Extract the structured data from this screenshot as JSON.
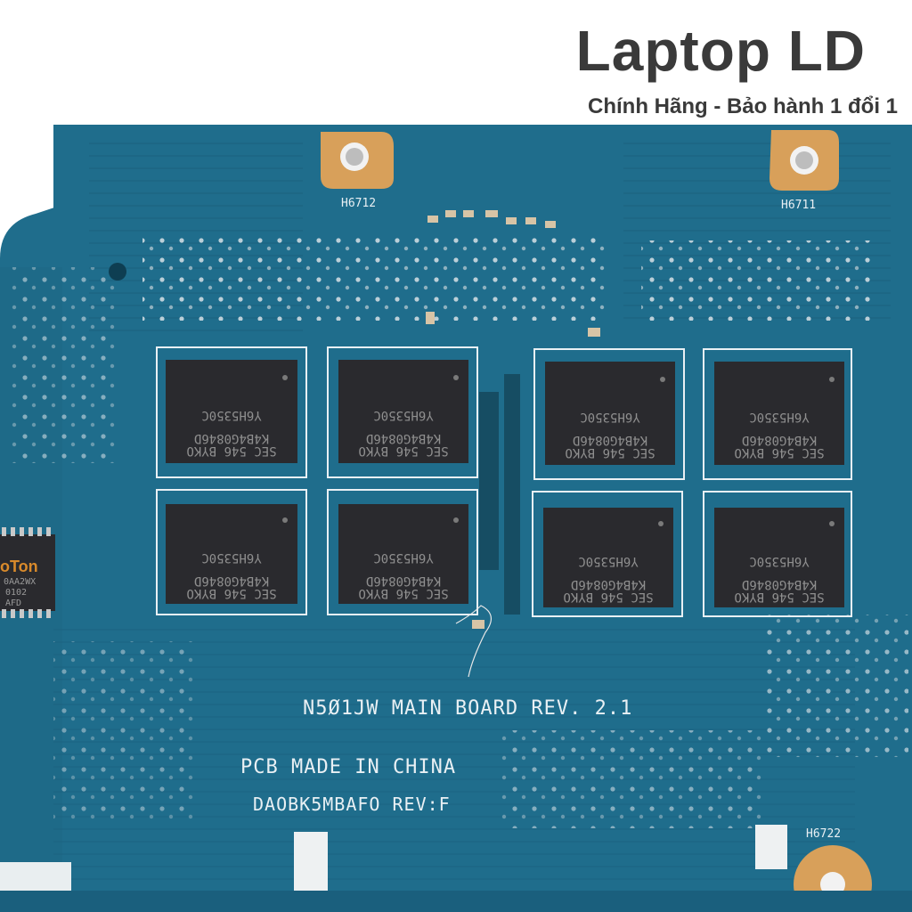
{
  "header": {
    "brand": "Laptop LD",
    "tagline": "Chính Hãng - Bảo hành 1 đổi 1"
  },
  "board": {
    "model_line": "N5Ø1JW MAIN BOARD REV. 2.1",
    "made_in": "PCB MADE IN CHINA",
    "part_no": "DAOBK5MBAFO  REV:F",
    "hole_labels": [
      "H6712",
      "H6711",
      "H6722"
    ],
    "chip_lines": [
      "Y6H5350C",
      "K4B4G0846D",
      "SEC 546 BYKO"
    ],
    "left_chip_lines": [
      "oTon",
      "0AA2WX",
      "0102",
      "AFD"
    ]
  },
  "colors": {
    "pcb": "#1f6d8c",
    "pcb_dark": "#145670",
    "chip": "#2a2a2e",
    "pad": "#d8a05a"
  }
}
